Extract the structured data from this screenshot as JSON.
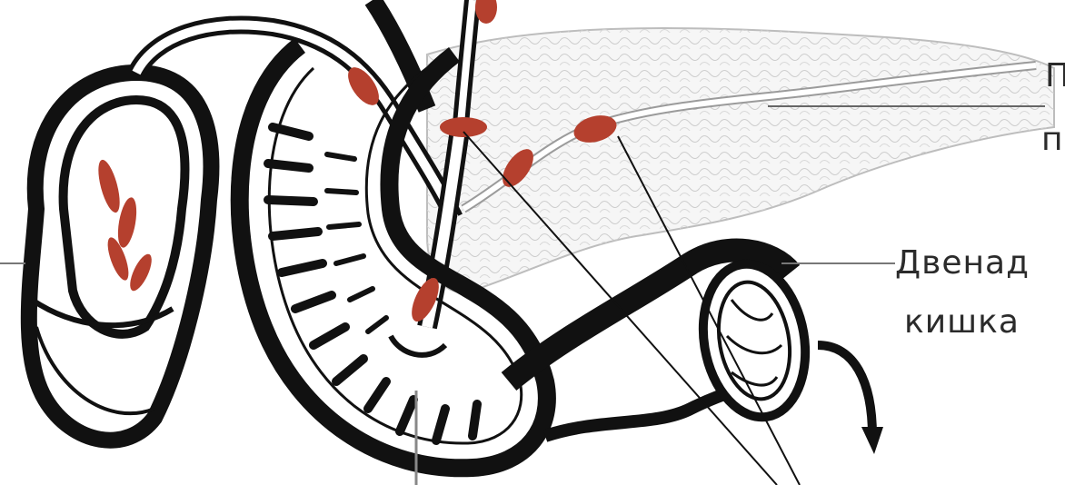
{
  "labels": {
    "pancreas_line1": "П",
    "pancreas_line2": "п",
    "duodenum_line1": "Двенад",
    "duodenum_line2": "кишка"
  },
  "colors": {
    "ink": "#111111",
    "stone": "#b5402e",
    "pancreas_fill": "#f4f4f4",
    "duct_fill": "#ffffff"
  }
}
